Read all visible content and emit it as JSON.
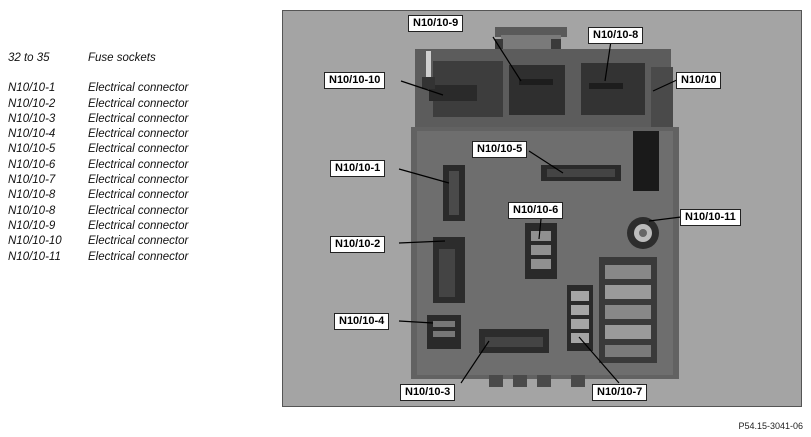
{
  "legend": {
    "header": {
      "code": "32 to 35",
      "desc": "Fuse sockets"
    },
    "items": [
      {
        "code": "N10/10-1",
        "desc": "Electrical connector"
      },
      {
        "code": "N10/10-2",
        "desc": "Electrical connector"
      },
      {
        "code": "N10/10-3",
        "desc": "Electrical connector"
      },
      {
        "code": "N10/10-4",
        "desc": "Electrical connector"
      },
      {
        "code": "N10/10-5",
        "desc": "Electrical connector"
      },
      {
        "code": "N10/10-6",
        "desc": "Electrical connector"
      },
      {
        "code": "N10/10-7",
        "desc": "Electrical connector"
      },
      {
        "code": "N10/10-8",
        "desc": "Electrical connector"
      },
      {
        "code": "N10/10-8",
        "desc": "Electrical connector"
      },
      {
        "code": "N10/10-9",
        "desc": "Electrical connector"
      },
      {
        "code": "N10/10-10",
        "desc": "Electrical connector"
      },
      {
        "code": "N10/10-11",
        "desc": "Electrical connector"
      }
    ]
  },
  "callouts": {
    "c9": "N10/10-9",
    "c8": "N10/10-8",
    "c10": "N10/10-10",
    "cmain": "N10/10",
    "c1": "N10/10-1",
    "c5": "N10/10-5",
    "c6": "N10/10-6",
    "c11": "N10/10-11",
    "c2": "N10/10-2",
    "c4": "N10/10-4",
    "c3": "N10/10-3",
    "c7": "N10/10-7"
  },
  "reference": "P54.15-3041-06"
}
